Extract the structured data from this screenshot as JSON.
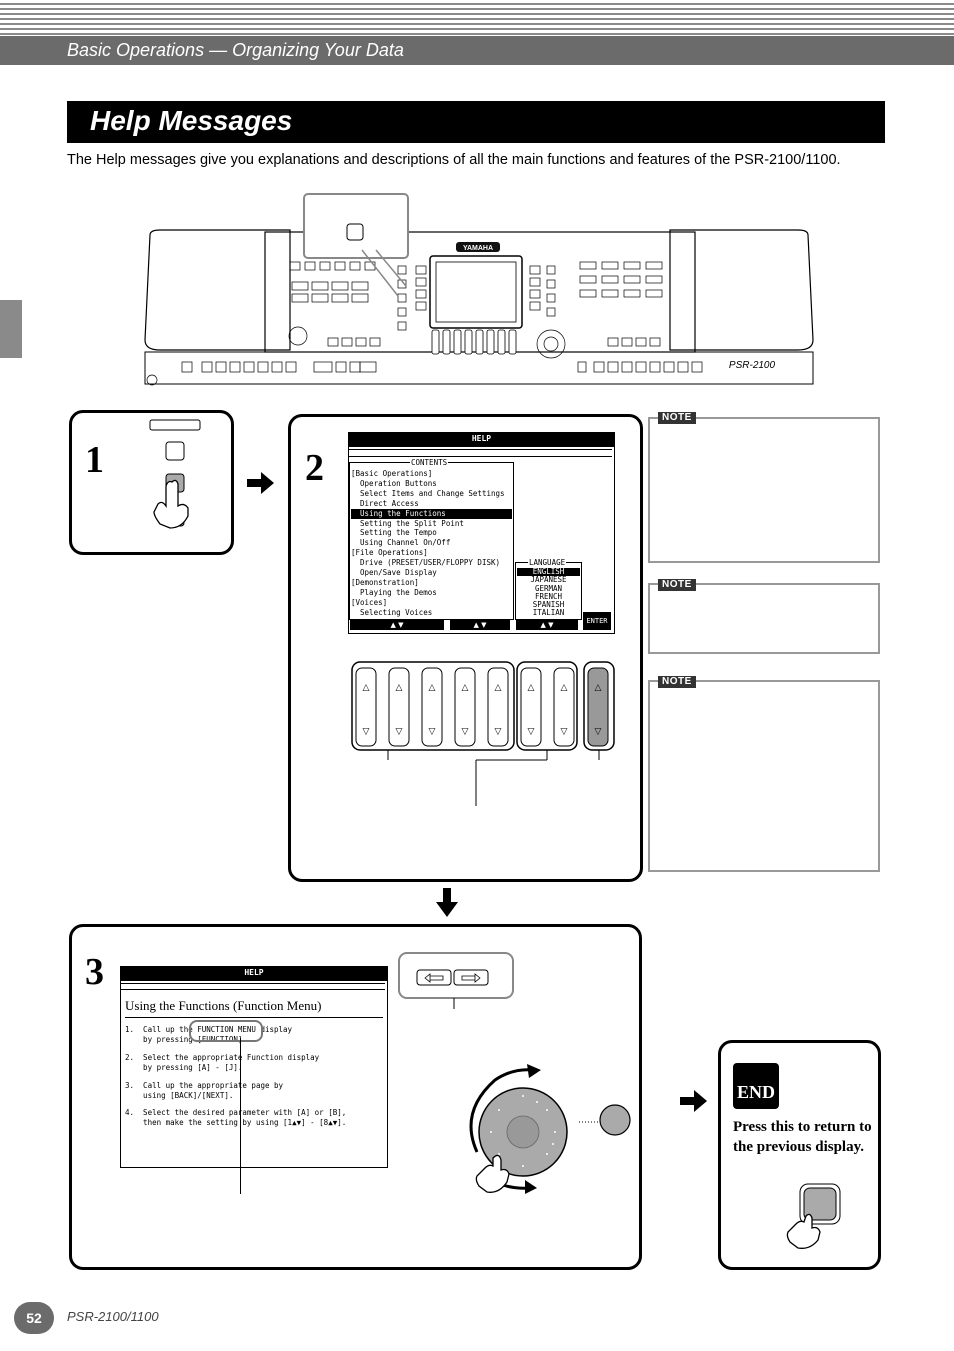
{
  "header": {
    "section": "Basic Operations — Organizing Your Data"
  },
  "title": "Help Messages",
  "intro": "The Help messages give you explanations and descriptions of all the main functions and features of the PSR-2100/1100.",
  "panel": {
    "brand": "YAMAHA",
    "model_logo": "PSR-2100"
  },
  "step1": {
    "number": "1"
  },
  "step2": {
    "number": "2",
    "lcd_title": "HELP",
    "contents_label": "CONTENTS",
    "contents": [
      "[Basic Operations]",
      "  Operation Buttons",
      "  Select Items and Change Settings",
      "  Direct Access",
      "  Using the Functions",
      "  Setting the Split Point",
      "  Setting the Tempo",
      "  Using Channel On/Off",
      "[File Operations]",
      "  Drive (PRESET/USER/FLOPPY DISK)",
      "  Open/Save Display",
      "[Demonstration]",
      "  Playing the Demos",
      "[Voices]",
      "  Selecting Voices"
    ],
    "contents_selected_index": 4,
    "language_label": "LANGUAGE",
    "languages": [
      "ENGLISH",
      "JAPANESE",
      "GERMAN",
      "FRENCH",
      "SPANISH",
      "ITALIAN"
    ],
    "language_selected_index": 0,
    "enter_label": "ENTER"
  },
  "notes": [
    {
      "badge": "NOTE"
    },
    {
      "badge": "NOTE"
    },
    {
      "badge": "NOTE"
    }
  ],
  "step3": {
    "number": "3",
    "lcd_title": "HELP",
    "heading": "Using the Functions (Function Menu)",
    "lines": [
      "1.  Call up the FUNCTION MENU display",
      "    by pressing [FUNCTION].",
      "2.  Select the appropriate Function display",
      "    by pressing [A] - [J].",
      "3.  Call up the appropriate page by",
      "    using [BACK]/[NEXT].",
      "4.  Select the desired parameter with [A] or [B],",
      "    then make the setting by using [1▲▼] - [8▲▼]."
    ]
  },
  "end_box": {
    "logo": "END",
    "text": "Press this to return to the previous display."
  },
  "footer": {
    "page": "52",
    "model": "PSR-2100/1100"
  }
}
